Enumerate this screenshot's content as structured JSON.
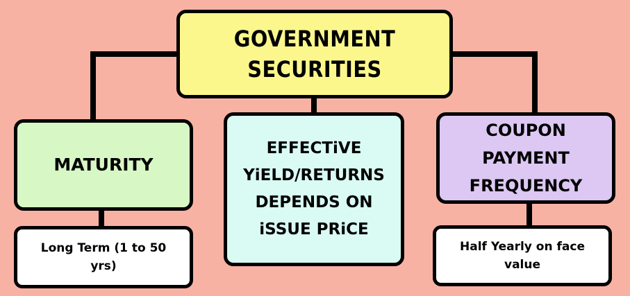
{
  "root": {
    "title": "GOVERNMENT SECURITIES"
  },
  "nodes": {
    "maturity": {
      "heading": "MATURITY",
      "detail": "Long Term (1 to 50 yrs)"
    },
    "yield": {
      "heading": "EFFECTiVE YiELD/RETURNS DEPENDS ON iSSUE PRiCE"
    },
    "coupon": {
      "heading": "COUPON PAYMENT FREQUENCY",
      "detail": "Half Yearly on face value"
    }
  },
  "colors": {
    "background": "#f8b2a4",
    "root_fill": "#fbf78c",
    "maturity_fill": "#d7f8c4",
    "yield_fill": "#d9fbf3",
    "coupon_fill": "#dcc8f3",
    "detail_fill": "#ffffff",
    "outline": "#000000"
  }
}
